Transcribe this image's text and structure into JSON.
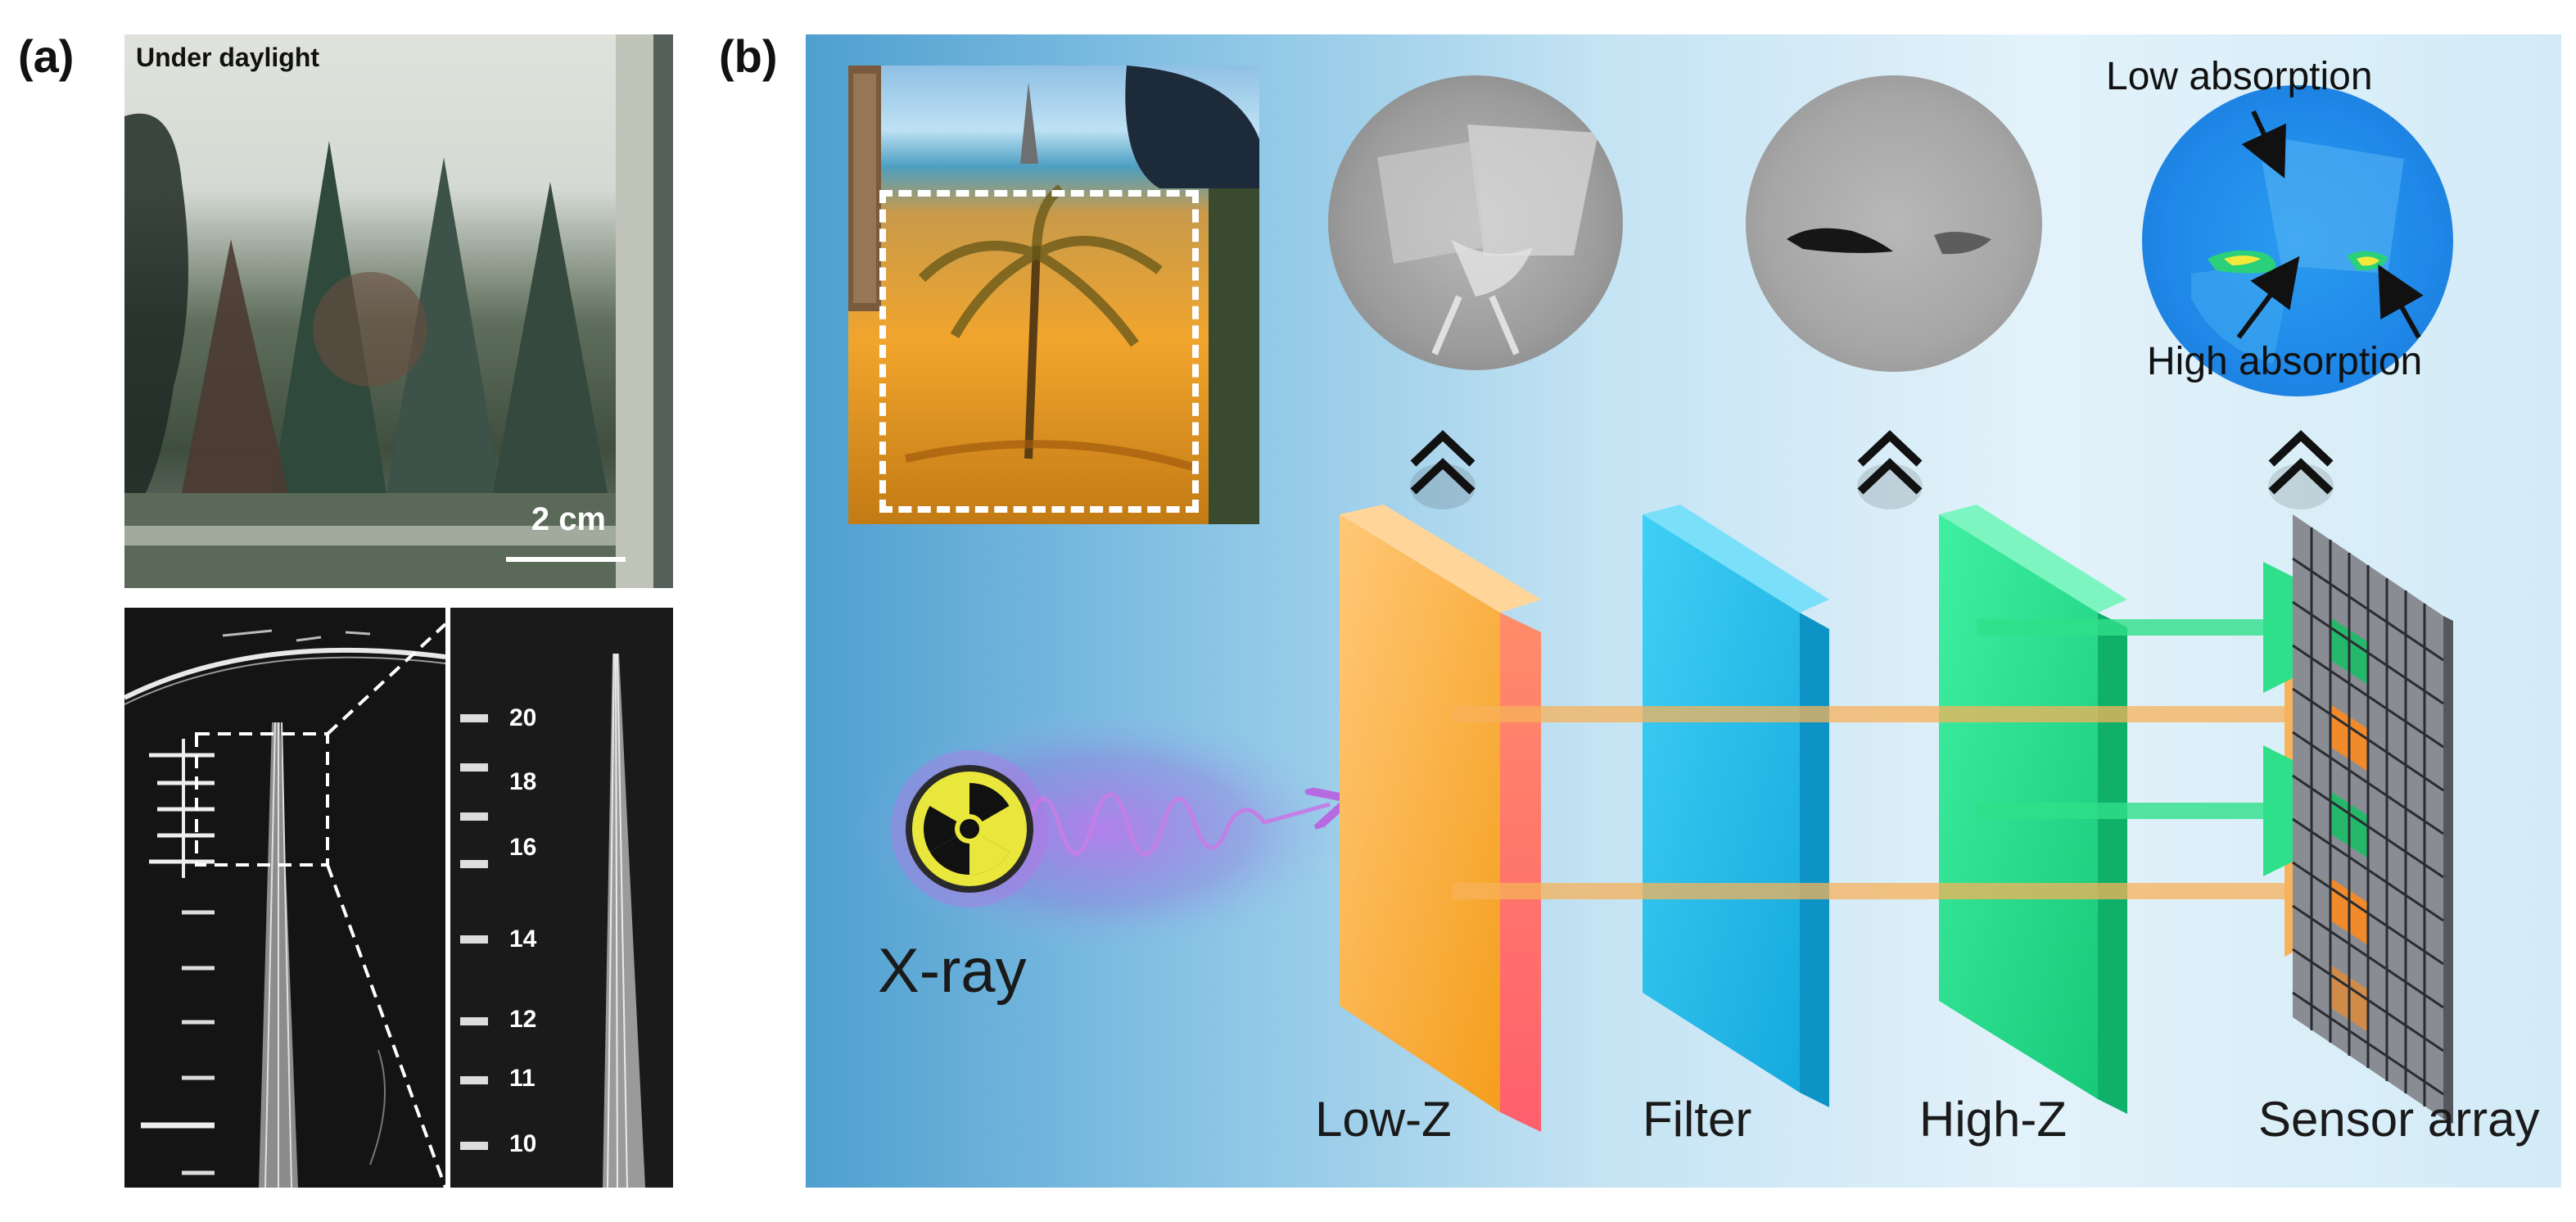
{
  "panel_a": {
    "label": "(a)",
    "daylight_caption": "Under daylight",
    "scale_bar": "2 cm",
    "ruler_ticks": [
      "20",
      "18",
      "16",
      "14",
      "12",
      "11",
      "10"
    ]
  },
  "panel_b": {
    "label": "(b)",
    "source_label": "X-ray",
    "layers": {
      "low_z": "Low-Z",
      "filter": "Filter",
      "high_z": "High-Z",
      "sensor": "Sensor array"
    },
    "annotations": {
      "low_absorption": "Low absorption",
      "high_absorption": "High absorption"
    },
    "colors": {
      "low_z_plate": "#f7a928",
      "filter_plate": "#1ebde8",
      "high_z_plate": "#22d688",
      "beam_orange": "#f7b25a",
      "beam_green": "#2fe08a",
      "pixel_green": "#25b86a",
      "pixel_orange": "#f08a2a",
      "sensor_grid": "#8a8c93"
    },
    "icons": [
      "radiation-icon",
      "chevron-up-double-icon"
    ]
  }
}
